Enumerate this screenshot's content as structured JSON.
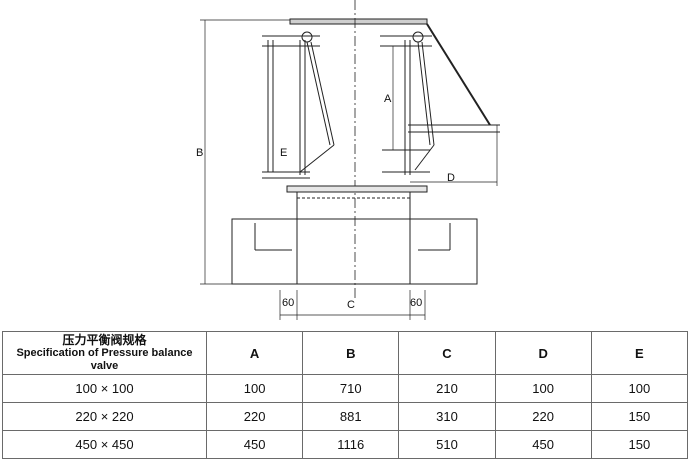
{
  "drawing": {
    "labels": {
      "A": "A",
      "B": "B",
      "C": "C",
      "D": "D",
      "E": "E",
      "left_offset": "60",
      "right_offset": "60"
    }
  },
  "table": {
    "header": {
      "spec_cn": "压力平衡阀规格",
      "spec_en": "Specification of Pressure balance valve",
      "columns": [
        "A",
        "B",
        "C",
        "D",
        "E"
      ]
    },
    "rows": [
      {
        "spec": "100 × 100",
        "A": "100",
        "B": "710",
        "C": "210",
        "D": "100",
        "E": "100"
      },
      {
        "spec": "220 × 220",
        "A": "220",
        "B": "881",
        "C": "310",
        "D": "220",
        "E": "150"
      },
      {
        "spec": "450 × 450",
        "A": "450",
        "B": "1116",
        "C": "510",
        "D": "450",
        "E": "150"
      }
    ]
  }
}
